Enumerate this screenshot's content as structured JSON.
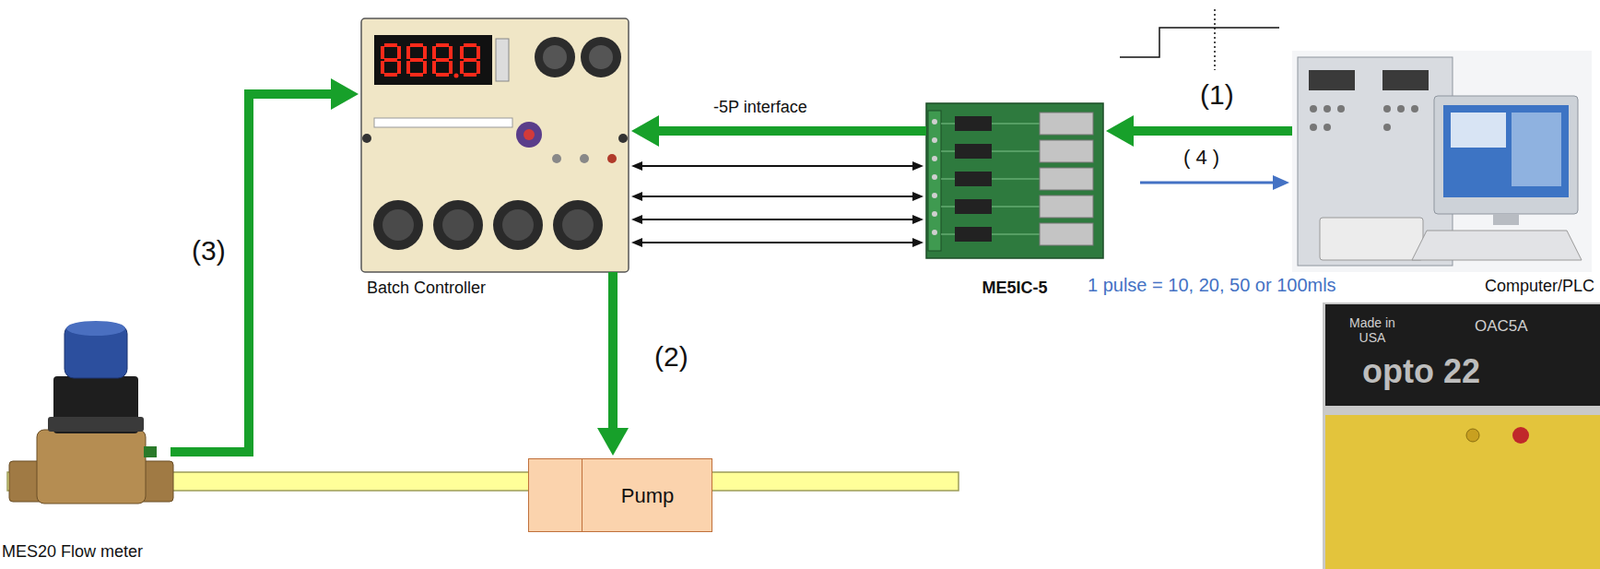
{
  "diagram": {
    "nodes": [
      {
        "text": [
          "Batch Controller"
        ]
      },
      {
        "text": [
          "ME5IC-5"
        ]
      },
      {
        "text": [
          "Computer/PLC"
        ]
      },
      {
        "text": [
          "Pump"
        ]
      },
      {
        "text": [
          "MES20 Flow meter"
        ]
      }
    ],
    "edges": [
      {
        "from": 2,
        "to": 1,
        "arrow": "to",
        "label": "(1)"
      },
      {
        "from": 1,
        "to": 0,
        "arrow": "to",
        "label": "-5P interface"
      },
      {
        "from": 0,
        "to": 3,
        "arrow": "to",
        "label": "(2)"
      },
      {
        "from": 4,
        "to": 0,
        "arrow": "to",
        "label": "(3)"
      },
      {
        "from": 0,
        "to": 1,
        "arrow": "both"
      },
      {
        "from": 0,
        "to": 1,
        "arrow": "both"
      },
      {
        "from": 0,
        "to": 1,
        "arrow": "both"
      },
      {
        "from": 0,
        "to": 1,
        "arrow": "both"
      },
      {
        "from": 1,
        "to": 2,
        "arrow": "to",
        "label": "( 4 )"
      }
    ],
    "labels": [
      "1 pulse = 10, 20, 50 or 100mls",
      "Made in USA",
      "OAC5A",
      "opto 22"
    ]
  }
}
